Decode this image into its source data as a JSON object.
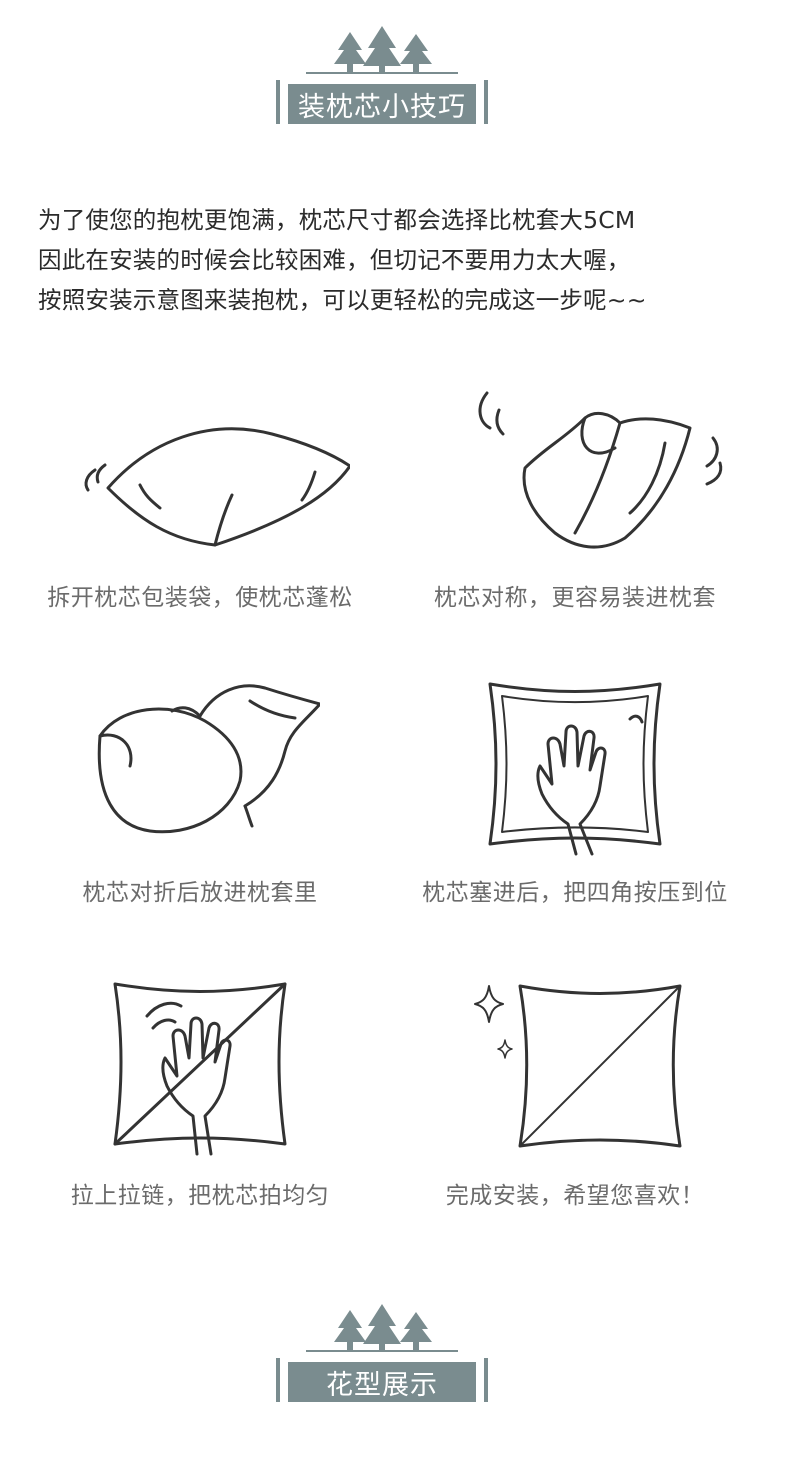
{
  "header": {
    "title": "装枕芯小技巧"
  },
  "intro": {
    "lines": [
      "为了使您的抱枕更饱满，枕芯尺寸都会选择比枕套大5CM",
      "因此在安装的时候会比较困难，但切记不要用力太大喔，",
      "按照安装示意图来装抱枕，可以更轻松的完成这一步呢~~"
    ]
  },
  "steps": [
    {
      "caption": "拆开枕芯包装袋，使枕芯蓬松",
      "icon": "pillow-insert-icon"
    },
    {
      "caption": "枕芯对称，更容易装进枕套",
      "icon": "folded-pillow-icon"
    },
    {
      "caption": "枕芯对折后放进枕套里",
      "icon": "pillow-into-cover-icon"
    },
    {
      "caption": "枕芯塞进后，把四角按压到位",
      "icon": "hand-press-corners-icon"
    },
    {
      "caption": "拉上拉链，把枕芯拍均匀",
      "icon": "hand-pat-pillow-icon"
    },
    {
      "caption": "完成安装，希望您喜欢！",
      "icon": "finished-pillow-icon"
    }
  ],
  "footer": {
    "title": "花型展示"
  },
  "colors": {
    "accent": "#7a8c8f",
    "text": "#2b2b2b",
    "caption": "#6b6b6b",
    "line": "#333333"
  }
}
